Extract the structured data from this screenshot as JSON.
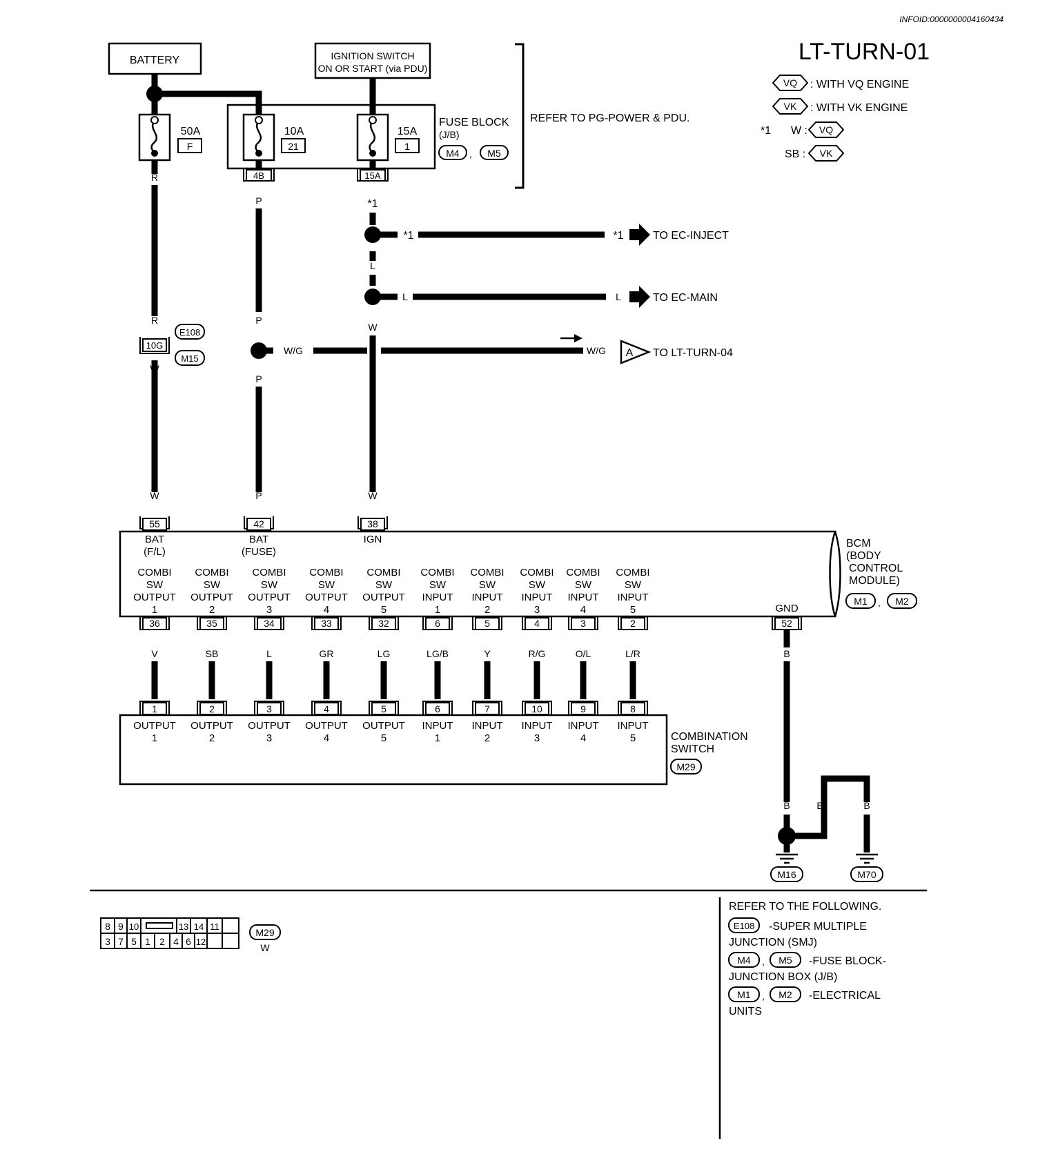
{
  "header": {
    "infoid": "INFOID:0000000004160434",
    "code": "LT-TURN-01"
  },
  "legend": {
    "vq_tag": "VQ",
    "vq_text": ": WITH VQ ENGINE",
    "vk_tag": "VK",
    "vk_text": ": WITH VK ENGINE",
    "star": "*1",
    "star_w": "W :",
    "star_sb": "SB :"
  },
  "power": {
    "battery": "BATTERY",
    "ignition_line1": "IGNITION SWITCH",
    "ignition_line2": "ON OR START (via PDU)",
    "fuse50_amp": "50A",
    "fuse50_id": "F",
    "fuse10_amp": "10A",
    "fuse10_id": "21",
    "fuse15_amp": "15A",
    "fuse15_id": "1",
    "fuseblock_line1": "FUSE BLOCK",
    "fuseblock_line2": "(J/B)",
    "fuseblock_conn1": "M4",
    "fuseblock_conn2": "M5",
    "refer_pg": "REFER TO PG-POWER & PDU.",
    "term_4b": "4B",
    "term_15a": "15A"
  },
  "wires": {
    "r": "R",
    "p": "P",
    "w": "W",
    "l": "L",
    "wg": "W/G",
    "star1": "*1",
    "b": "B"
  },
  "destinations": {
    "ec_inject": "TO EC-INJECT",
    "ec_main": "TO EC-MAIN",
    "lt_turn04": "TO LT-TURN-04",
    "marker_a": "A"
  },
  "joint": {
    "pin": "10G",
    "conn1": "E108",
    "conn2": "M15"
  },
  "bcm": {
    "line1": "BCM",
    "line2": "(BODY",
    "line3": "CONTROL",
    "line4": "MODULE)",
    "conn1": "M1",
    "conn2": "M2",
    "top_pins": [
      {
        "pin": "55",
        "l1": "BAT",
        "l2": "(F/L)"
      },
      {
        "pin": "42",
        "l1": "BAT",
        "l2": "(FUSE)"
      },
      {
        "pin": "38",
        "l1": "IGN",
        "l2": ""
      }
    ],
    "combi_word": "COMBI",
    "sw_word": "SW",
    "gnd": "GND",
    "gnd_pin": "52"
  },
  "harness": [
    {
      "func": "OUTPUT",
      "num": "1",
      "bcm_pin": "36",
      "color": "V",
      "sw_pin": "1"
    },
    {
      "func": "OUTPUT",
      "num": "2",
      "bcm_pin": "35",
      "color": "SB",
      "sw_pin": "2"
    },
    {
      "func": "OUTPUT",
      "num": "3",
      "bcm_pin": "34",
      "color": "L",
      "sw_pin": "3"
    },
    {
      "func": "OUTPUT",
      "num": "4",
      "bcm_pin": "33",
      "color": "GR",
      "sw_pin": "4"
    },
    {
      "func": "OUTPUT",
      "num": "5",
      "bcm_pin": "32",
      "color": "LG",
      "sw_pin": "5"
    },
    {
      "func": "INPUT",
      "num": "1",
      "bcm_pin": "6",
      "color": "LG/B",
      "sw_pin": "6"
    },
    {
      "func": "INPUT",
      "num": "2",
      "bcm_pin": "5",
      "color": "Y",
      "sw_pin": "7"
    },
    {
      "func": "INPUT",
      "num": "3",
      "bcm_pin": "4",
      "color": "R/G",
      "sw_pin": "10"
    },
    {
      "func": "INPUT",
      "num": "4",
      "bcm_pin": "3",
      "color": "O/L",
      "sw_pin": "9"
    },
    {
      "func": "INPUT",
      "num": "5",
      "bcm_pin": "2",
      "color": "L/R",
      "sw_pin": "8"
    }
  ],
  "combination_switch": {
    "line1": "COMBINATION",
    "line2": "SWITCH",
    "conn": "M29"
  },
  "ground": {
    "g1": "M16",
    "g2": "M70"
  },
  "connector_view": {
    "row1": [
      "8",
      "9",
      "10",
      "13",
      "14",
      "11",
      ""
    ],
    "row2": [
      "3",
      "7",
      "5",
      "1",
      "2",
      "4",
      "6",
      "12",
      ""
    ],
    "conn": "M29",
    "color": "W"
  },
  "refer": {
    "heading": "REFER TO THE FOLLOWING.",
    "e108": "E108",
    "smj_line1": "-SUPER MULTIPLE",
    "smj_line2": "JUNCTION (SMJ)",
    "m4": "M4",
    "m5": "M5",
    "fb_line1": "-FUSE BLOCK-",
    "fb_line2": "JUNCTION BOX (J/B)",
    "m1": "M1",
    "m2": "M2",
    "eu_line1": "-ELECTRICAL",
    "eu_line2": "UNITS"
  }
}
